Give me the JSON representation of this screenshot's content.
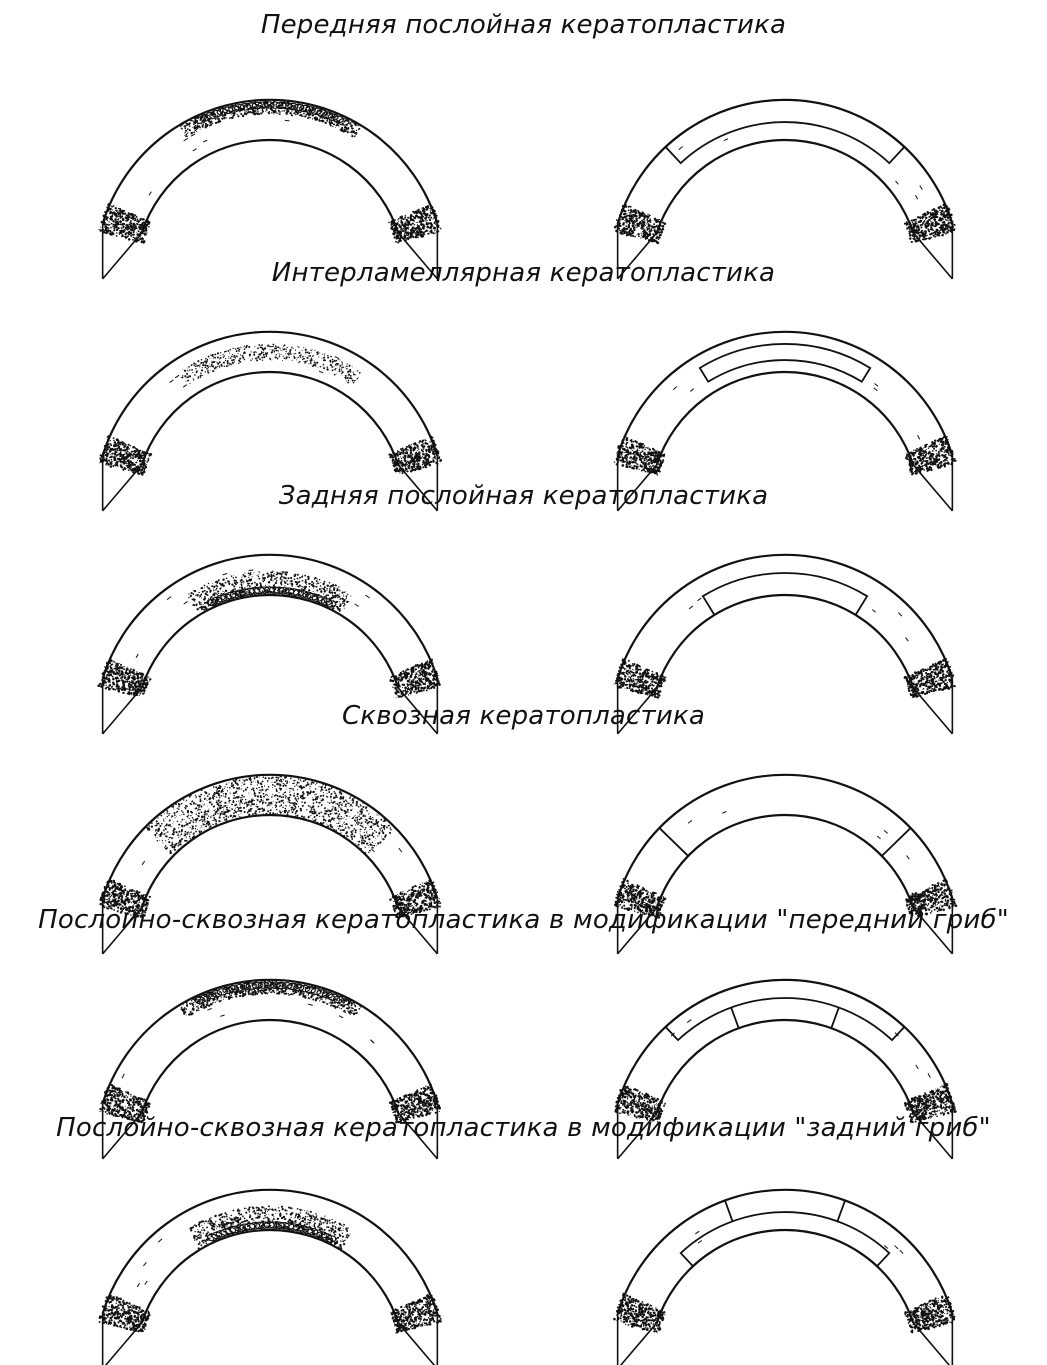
{
  "colors": {
    "background": "#ffffff",
    "ink": "#111111"
  },
  "sections": [
    {
      "title": "Передняя послойная кератопластика",
      "left_variant": "anterior-texture",
      "right_variant": "anterior"
    },
    {
      "title": "Интерламеллярная кератопластика",
      "left_variant": "middle-texture",
      "right_variant": "interlamellar"
    },
    {
      "title": "Задняя послойная кератопластика",
      "left_variant": "posterior-texture",
      "right_variant": "posterior"
    },
    {
      "title": "Сквозная кератопластика",
      "left_variant": "full-texture",
      "right_variant": "penetrating"
    },
    {
      "title": "Послойно-сквозная кератопластика в модификации \"передний гриб\"",
      "left_variant": "anterior-texture",
      "right_variant": "mushroom-anterior"
    },
    {
      "title": "Послойно-сквозная кератопластика в модификации \"задний гриб\"",
      "left_variant": "posterior-texture",
      "right_variant": "mushroom-posterior"
    }
  ]
}
